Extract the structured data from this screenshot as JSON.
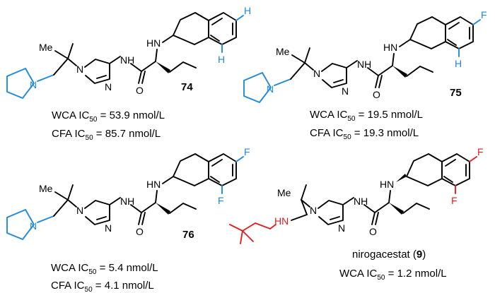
{
  "compounds": [
    {
      "id": "74",
      "activity_lines": [
        {
          "prefix": "WCA IC",
          "sub": "50",
          "suffix": " = 53.9 nmol/L"
        },
        {
          "prefix": "CFA IC",
          "sub": "50",
          "suffix": " = 85.7 nmol/L"
        }
      ],
      "substituents": [
        "H",
        "H"
      ]
    },
    {
      "id": "75",
      "activity_lines": [
        {
          "prefix": "WCA IC",
          "sub": "50",
          "suffix": " = 19.5 nmol/L"
        },
        {
          "prefix": "CFA IC",
          "sub": "50",
          "suffix": " = 19.3 nmol/L"
        }
      ],
      "substituents": [
        "F",
        "H"
      ]
    },
    {
      "id": "76",
      "activity_lines": [
        {
          "prefix": "WCA IC",
          "sub": "50",
          "suffix": " = 5.4 nmol/L"
        },
        {
          "prefix": "CFA IC",
          "sub": "50",
          "suffix": " = 4.1 nmol/L"
        }
      ],
      "substituents": [
        "F",
        "F"
      ]
    },
    {
      "id": "9",
      "name": "nirogacestat",
      "activity_lines": [
        {
          "prefix": "WCA IC",
          "sub": "50",
          "suffix": " = 1.2 nmol/L"
        }
      ],
      "substituents": [
        "F",
        "F"
      ]
    }
  ],
  "atom_labels": {
    "nh": "NH",
    "hn": "HN",
    "n": "N",
    "o": "O",
    "me": "Me"
  },
  "colors": {
    "highlight_blue": "#1f8ad8",
    "highlight_red": "#e41d1d",
    "bond": "#000000"
  }
}
